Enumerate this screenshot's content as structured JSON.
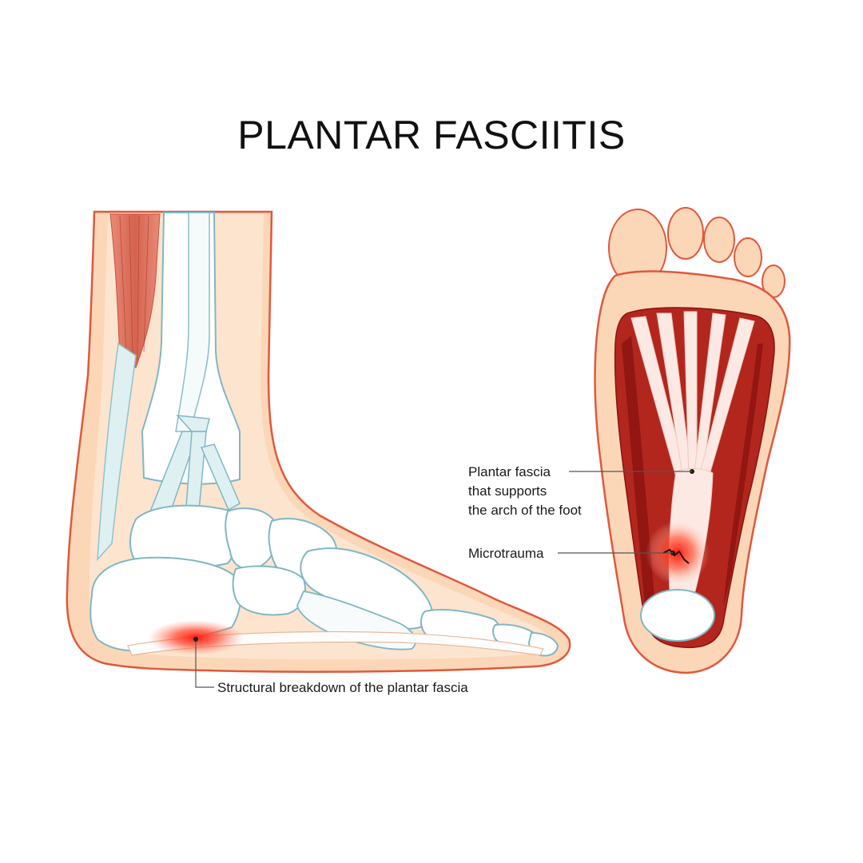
{
  "title": "PLANTAR FASCIITIS",
  "labels": {
    "plantar_fascia_line1": "Plantar fascia",
    "plantar_fascia_line2": "that supports",
    "plantar_fascia_line3": "the arch of the foot",
    "microtrauma": "Microtrauma",
    "structural_breakdown": "Structural breakdown of the plantar fascia"
  },
  "colors": {
    "skin": "#fbd7b8",
    "skin_outline": "#e0583c",
    "bone": "#ffffff",
    "bone_outline": "#7fb7c4",
    "muscle": "#b3261e",
    "muscle_dark": "#8a130f",
    "tendon": "#dff0f2",
    "inflammation": "#ff2a1a"
  }
}
